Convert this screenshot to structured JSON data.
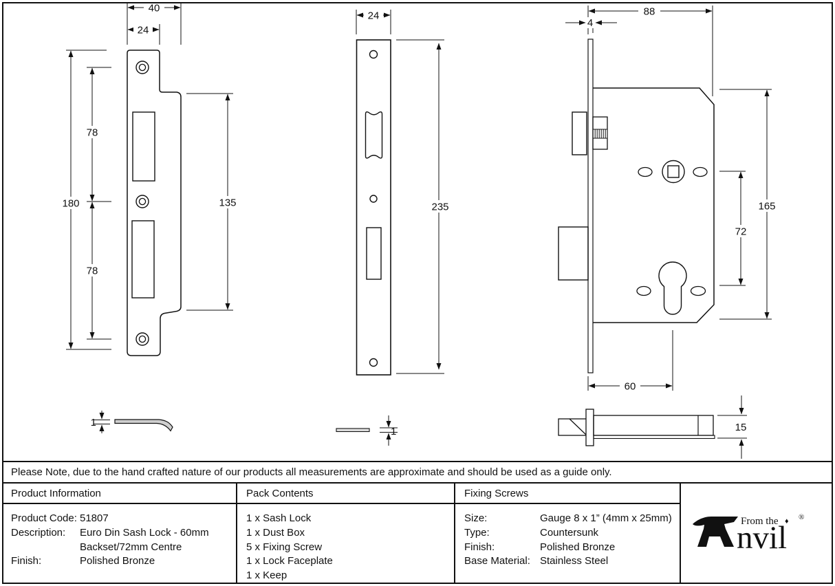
{
  "note": {
    "text": "Please Note, due to the hand crafted nature of our products all measurements are approximate and should be used as a guide only."
  },
  "dims": {
    "keep_width_outer": "40",
    "keep_width_inner": "24",
    "keep_height": "180",
    "keep_upper_centres": "78",
    "keep_lower_centres": "78",
    "keep_inner_span": "135",
    "keep_thickness": "1",
    "faceplate_width": "24",
    "faceplate_height": "235",
    "faceplate_thickness": "1",
    "lock_depth": "88",
    "lock_faceplate_thickness": "4",
    "lock_height": "165",
    "lock_centres": "72",
    "lock_backset": "60",
    "lock_case_height": "15"
  },
  "table": {
    "product_information": {
      "header": "Product Information",
      "rows": [
        {
          "label": "Product Code:",
          "value": "51807"
        },
        {
          "label": "Description:",
          "value": "Euro Din Sash Lock - 60mm"
        },
        {
          "label": "",
          "value": "Backset/72mm Centre"
        },
        {
          "label": "Finish:",
          "value": "Polished Bronze"
        }
      ]
    },
    "pack_contents": {
      "header": "Pack Contents",
      "items": [
        "1 x Sash Lock",
        "1 x Dust Box",
        "5 x Fixing Screw",
        "1 x Lock Faceplate",
        "1 x Keep"
      ]
    },
    "fixing_screws": {
      "header": "Fixing Screws",
      "rows": [
        {
          "label": "Size:",
          "value": "Gauge 8 x 1” (4mm x 25mm)"
        },
        {
          "label": "Type:",
          "value": "Countersunk"
        },
        {
          "label": "Finish:",
          "value": "Polished Bronze"
        },
        {
          "label": "Base Material:",
          "value": "Stainless Steel"
        }
      ]
    }
  },
  "logo": {
    "from_the": "From the",
    "diamond": "♦",
    "name_rest": "nvil",
    "registered": "®"
  },
  "colors": {
    "line": "#111111",
    "background": "#ffffff"
  }
}
